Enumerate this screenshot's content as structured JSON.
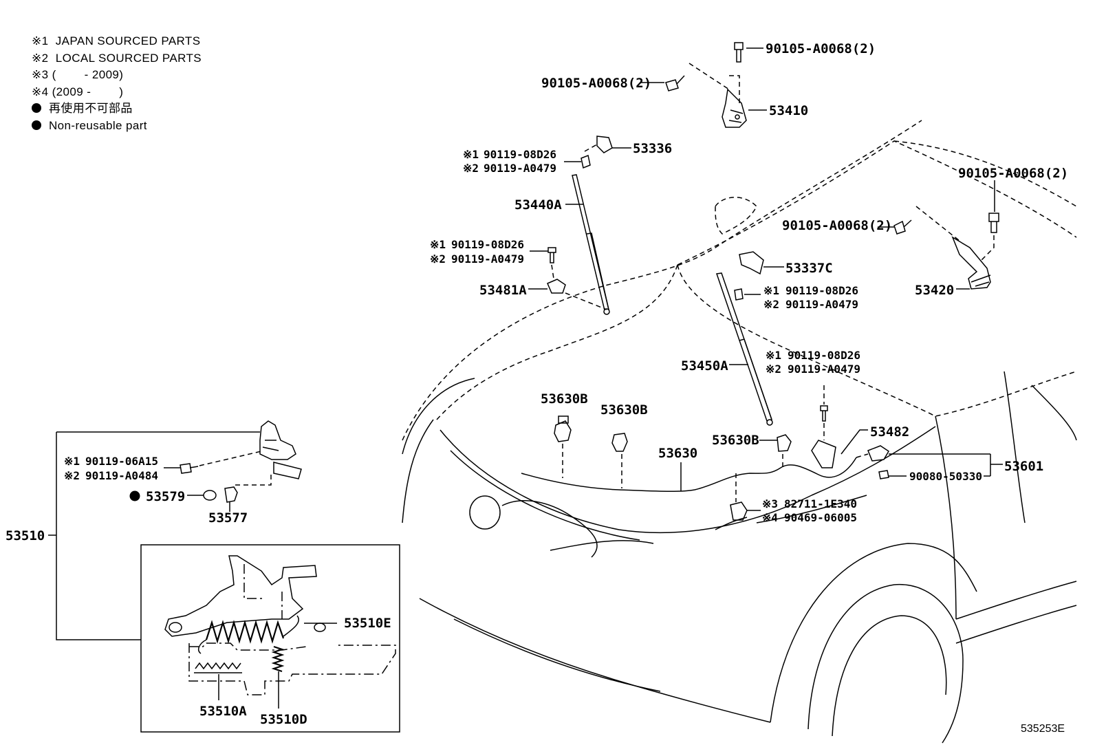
{
  "legend": [
    {
      "mark": "※1",
      "text": "JAPAN SOURCED PARTS"
    },
    {
      "mark": "※2",
      "text": "LOCAL SOURCED PARTS"
    },
    {
      "mark": "※3",
      "text": "(        - 2009)"
    },
    {
      "mark": "※4",
      "text": "(2009 -        )"
    },
    {
      "mark": "●",
      "text": "再使用不可部品"
    },
    {
      "mark": "●",
      "text": "Non-reusable part"
    }
  ],
  "labels": {
    "p90105_top": "90105-A0068(2)",
    "p90105_left": "90105-A0068(2)",
    "p53410": "53410",
    "p53336": "53336",
    "p90119_08D26_a": "90119-08D26",
    "p90119_A0479_a": "90119-A0479",
    "p53440A": "53440A",
    "p90119_08D26_b": "90119-08D26",
    "p90119_A0479_b": "90119-A0479",
    "p53481A": "53481A",
    "p90105_right_top": "90105-A0068(2)",
    "p90105_right_mid": "90105-A0068(2)",
    "p53337C": "53337C",
    "p90119_08D26_c": "90119-08D26",
    "p90119_A0479_c": "90119-A0479",
    "p53420": "53420",
    "p53450A": "53450A",
    "p90119_08D26_d": "90119-08D26",
    "p90119_A0479_d": "90119-A0479",
    "p53630B_1": "53630B",
    "p53630B_2": "53630B",
    "p53630B_3": "53630B",
    "p53482": "53482",
    "p53630": "53630",
    "p53601": "53601",
    "p90080": "90080-50330",
    "p82711": "82711-1E340",
    "p90469": "90469-06005",
    "p90119_06A15": "90119-06A15",
    "p90119_A0484": "90119-A0484",
    "p53579": "53579",
    "p53577": "53577",
    "p53510": "53510",
    "p53510E": "53510E",
    "p53510A": "53510A",
    "p53510D": "53510D",
    "ref": "535253E"
  },
  "marks": {
    "m1": "※1",
    "m2": "※2",
    "m3": "※3",
    "m4": "※4",
    "dot": "●"
  }
}
